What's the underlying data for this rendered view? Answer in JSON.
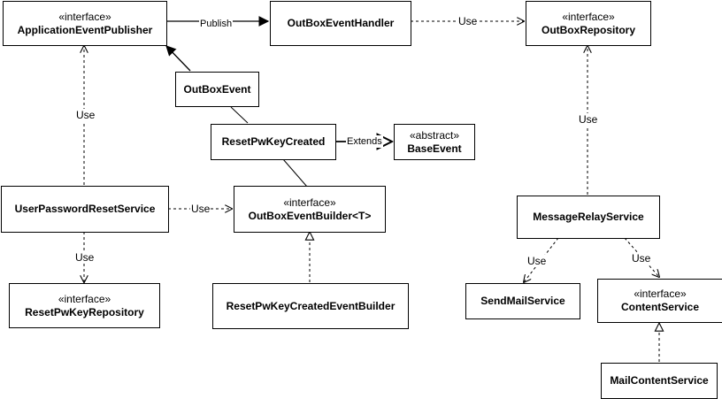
{
  "nodes": {
    "application_event_publisher": {
      "stereotype": "«interface»",
      "title": "ApplicationEventPublisher"
    },
    "outbox_event_handler": {
      "title": "OutBoxEventHandler"
    },
    "outbox_repository": {
      "stereotype": "«interface»",
      "title": "OutBoxRepository"
    },
    "outbox_event": {
      "title": "OutBoxEvent"
    },
    "reset_pw_key_created": {
      "title": "ResetPwKeyCreated"
    },
    "base_event": {
      "stereotype": "«abstract»",
      "title": "BaseEvent"
    },
    "user_password_reset_service": {
      "title": "UserPasswordResetService"
    },
    "outbox_event_builder": {
      "stereotype": "«interface»",
      "title": "OutBoxEventBuilder<T>"
    },
    "reset_pw_key_repository": {
      "stereotype": "«interface»",
      "title": "ResetPwKeyRepository"
    },
    "reset_pw_key_created_event_builder": {
      "title": "ResetPwKeyCreatedEventBuilder"
    },
    "message_relay_service": {
      "title": "MessageRelayService"
    },
    "send_mail_service": {
      "title": "SendMailService"
    },
    "content_service": {
      "stereotype": "«interface»",
      "title": "ContentService"
    },
    "mail_content_service": {
      "title": "MailContentService"
    }
  },
  "edge_labels": {
    "publish": "Publish",
    "handler_use_repository": "Use",
    "reset_service_use_publisher": "Use",
    "extends": "Extends",
    "reset_service_use_builder": "Use",
    "reset_service_use_repository": "Use",
    "relay_use_repository": "Use",
    "relay_use_mail": "Use",
    "relay_use_content": "Use"
  }
}
